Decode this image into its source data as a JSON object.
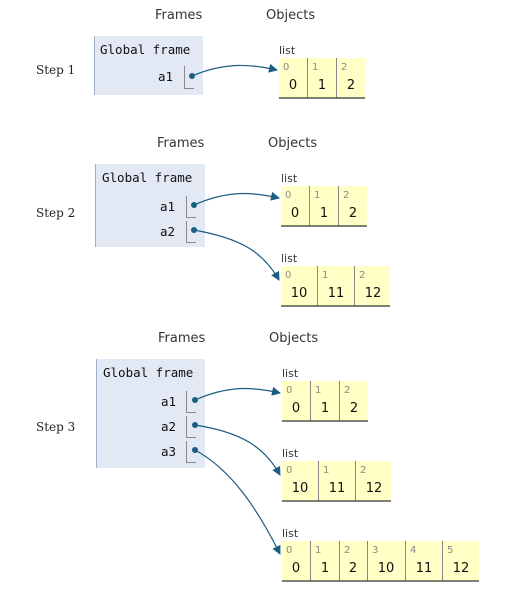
{
  "steps": [
    {
      "label": "Step 1",
      "frames_header": "Frames",
      "objects_header": "Objects",
      "frame_title": "Global frame",
      "variables": [
        "a1"
      ],
      "objects": [
        {
          "type": "list",
          "values": [
            "0",
            "1",
            "2"
          ],
          "indices": [
            "0",
            "1",
            "2"
          ]
        }
      ],
      "pointers": [
        0
      ]
    },
    {
      "label": "Step 2",
      "frames_header": "Frames",
      "objects_header": "Objects",
      "frame_title": "Global frame",
      "variables": [
        "a1",
        "a2"
      ],
      "objects": [
        {
          "type": "list",
          "values": [
            "0",
            "1",
            "2"
          ],
          "indices": [
            "0",
            "1",
            "2"
          ]
        },
        {
          "type": "list",
          "values": [
            "10",
            "11",
            "12"
          ],
          "indices": [
            "0",
            "1",
            "2"
          ]
        }
      ],
      "pointers": [
        0,
        1
      ]
    },
    {
      "label": "Step 3",
      "frames_header": "Frames",
      "objects_header": "Objects",
      "frame_title": "Global frame",
      "variables": [
        "a1",
        "a2",
        "a3"
      ],
      "objects": [
        {
          "type": "list",
          "values": [
            "0",
            "1",
            "2"
          ],
          "indices": [
            "0",
            "1",
            "2"
          ]
        },
        {
          "type": "list",
          "values": [
            "10",
            "11",
            "12"
          ],
          "indices": [
            "0",
            "1",
            "2"
          ]
        },
        {
          "type": "list",
          "values": [
            "0",
            "1",
            "2",
            "10",
            "11",
            "12"
          ],
          "indices": [
            "0",
            "1",
            "2",
            "3",
            "4",
            "5"
          ]
        }
      ],
      "pointers": [
        0,
        1,
        2
      ]
    }
  ]
}
